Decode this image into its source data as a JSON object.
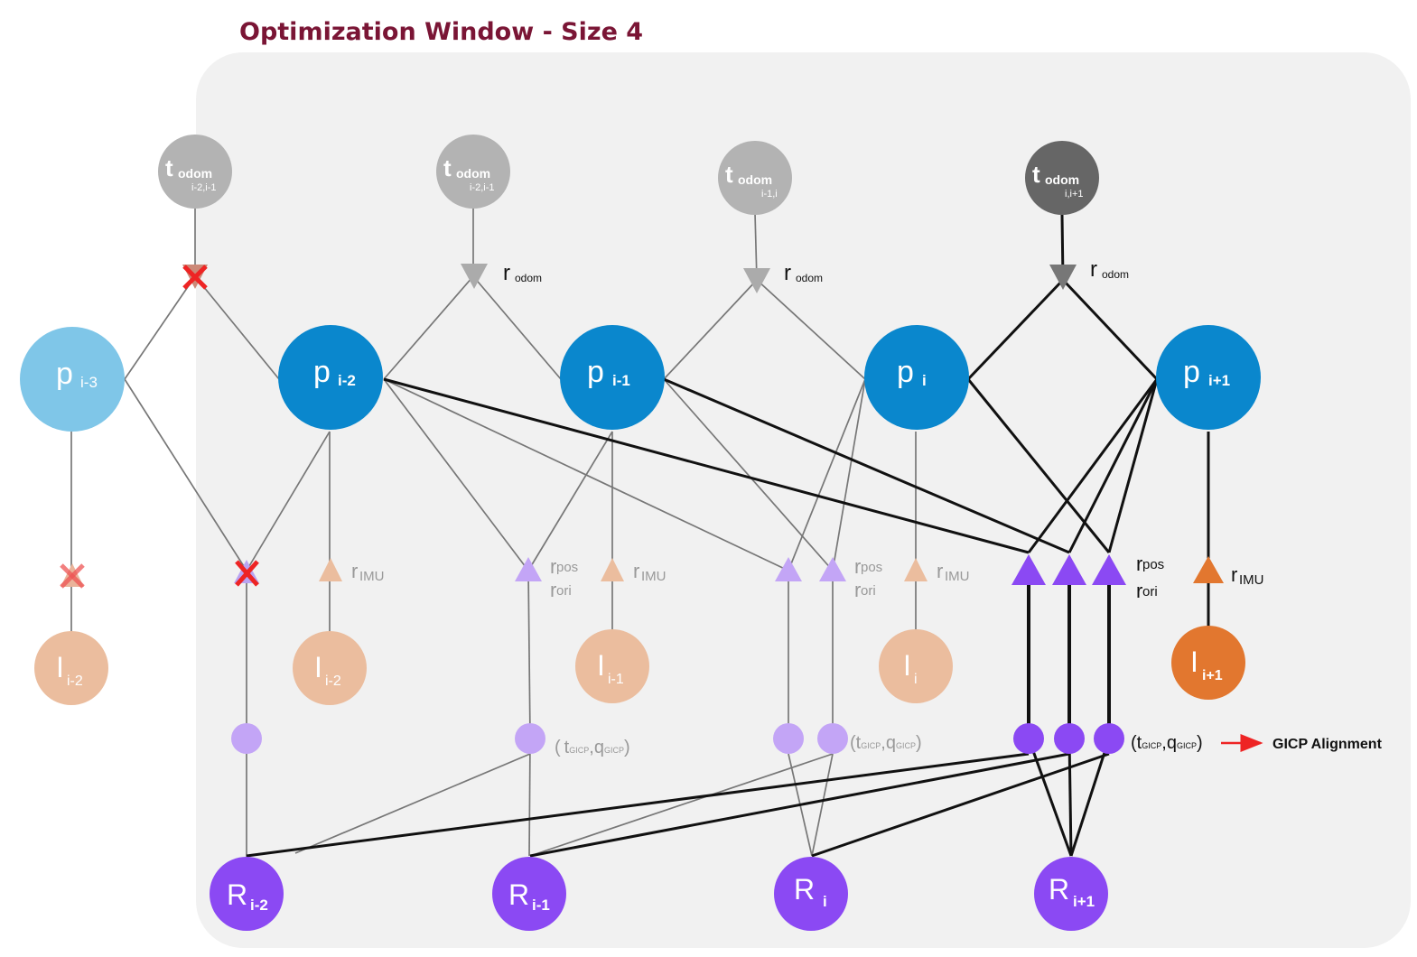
{
  "title": "Optimization Window  - Size 4",
  "colors": {
    "title": "#7a1535",
    "window": "#f1f1f1",
    "pose_light": "#7fc6e8",
    "pose": "#0a87cd",
    "imu_faded": "#ebbd9e",
    "imu": "#e2772f",
    "odom": "#b3b3b3",
    "odom_dark": "#666666",
    "lidar": "#8b49f3",
    "lidar_light": "#c3a5f6",
    "cross": "#ee2424",
    "arrow": "#ee2424"
  },
  "odom_nodes": [
    {
      "main": "t",
      "sup": "odom",
      "sub": "i-2,i-1"
    },
    {
      "main": "t",
      "sup": "odom",
      "sub": "i-2,i-1"
    },
    {
      "main": "t",
      "sup": "odom",
      "sub": "i-1,i"
    },
    {
      "main": "t",
      "sup": "odom",
      "sub": "i,i+1"
    }
  ],
  "odom_residual": {
    "main": "r",
    "sub": "odom"
  },
  "pose_nodes": [
    {
      "main": "p",
      "sub": "i-3"
    },
    {
      "main": "p",
      "sub": "i-2"
    },
    {
      "main": "p",
      "sub": "i-1"
    },
    {
      "main": "p",
      "sub": "i"
    },
    {
      "main": "p",
      "sub": "i+1"
    }
  ],
  "imu_nodes": [
    {
      "main": "I",
      "sub": "i-2"
    },
    {
      "main": "I",
      "sub": "i-2"
    },
    {
      "main": "I",
      "sub": "i-1"
    },
    {
      "main": "I",
      "sub": "i"
    },
    {
      "main": "I",
      "sub": "i+1"
    }
  ],
  "imu_residual": {
    "main": "r",
    "sub": "IMU"
  },
  "pos_residual": {
    "main": "r",
    "sub": "pos"
  },
  "ori_residual": {
    "main": "r",
    "sub": "ori"
  },
  "lidar_nodes": [
    {
      "main": "R",
      "sub": "i-2"
    },
    {
      "main": "R",
      "sub": "i-1"
    },
    {
      "main": "R",
      "sub": "i"
    },
    {
      "main": "R",
      "sub": "i+1"
    }
  ],
  "gicp_label": {
    "open": "(",
    "t": "t",
    "t_sub": "GICP",
    "comma": ",",
    "q": "q",
    "q_sub": "GICP",
    "close": ")"
  },
  "legend": {
    "label": "GICP Alignment"
  }
}
